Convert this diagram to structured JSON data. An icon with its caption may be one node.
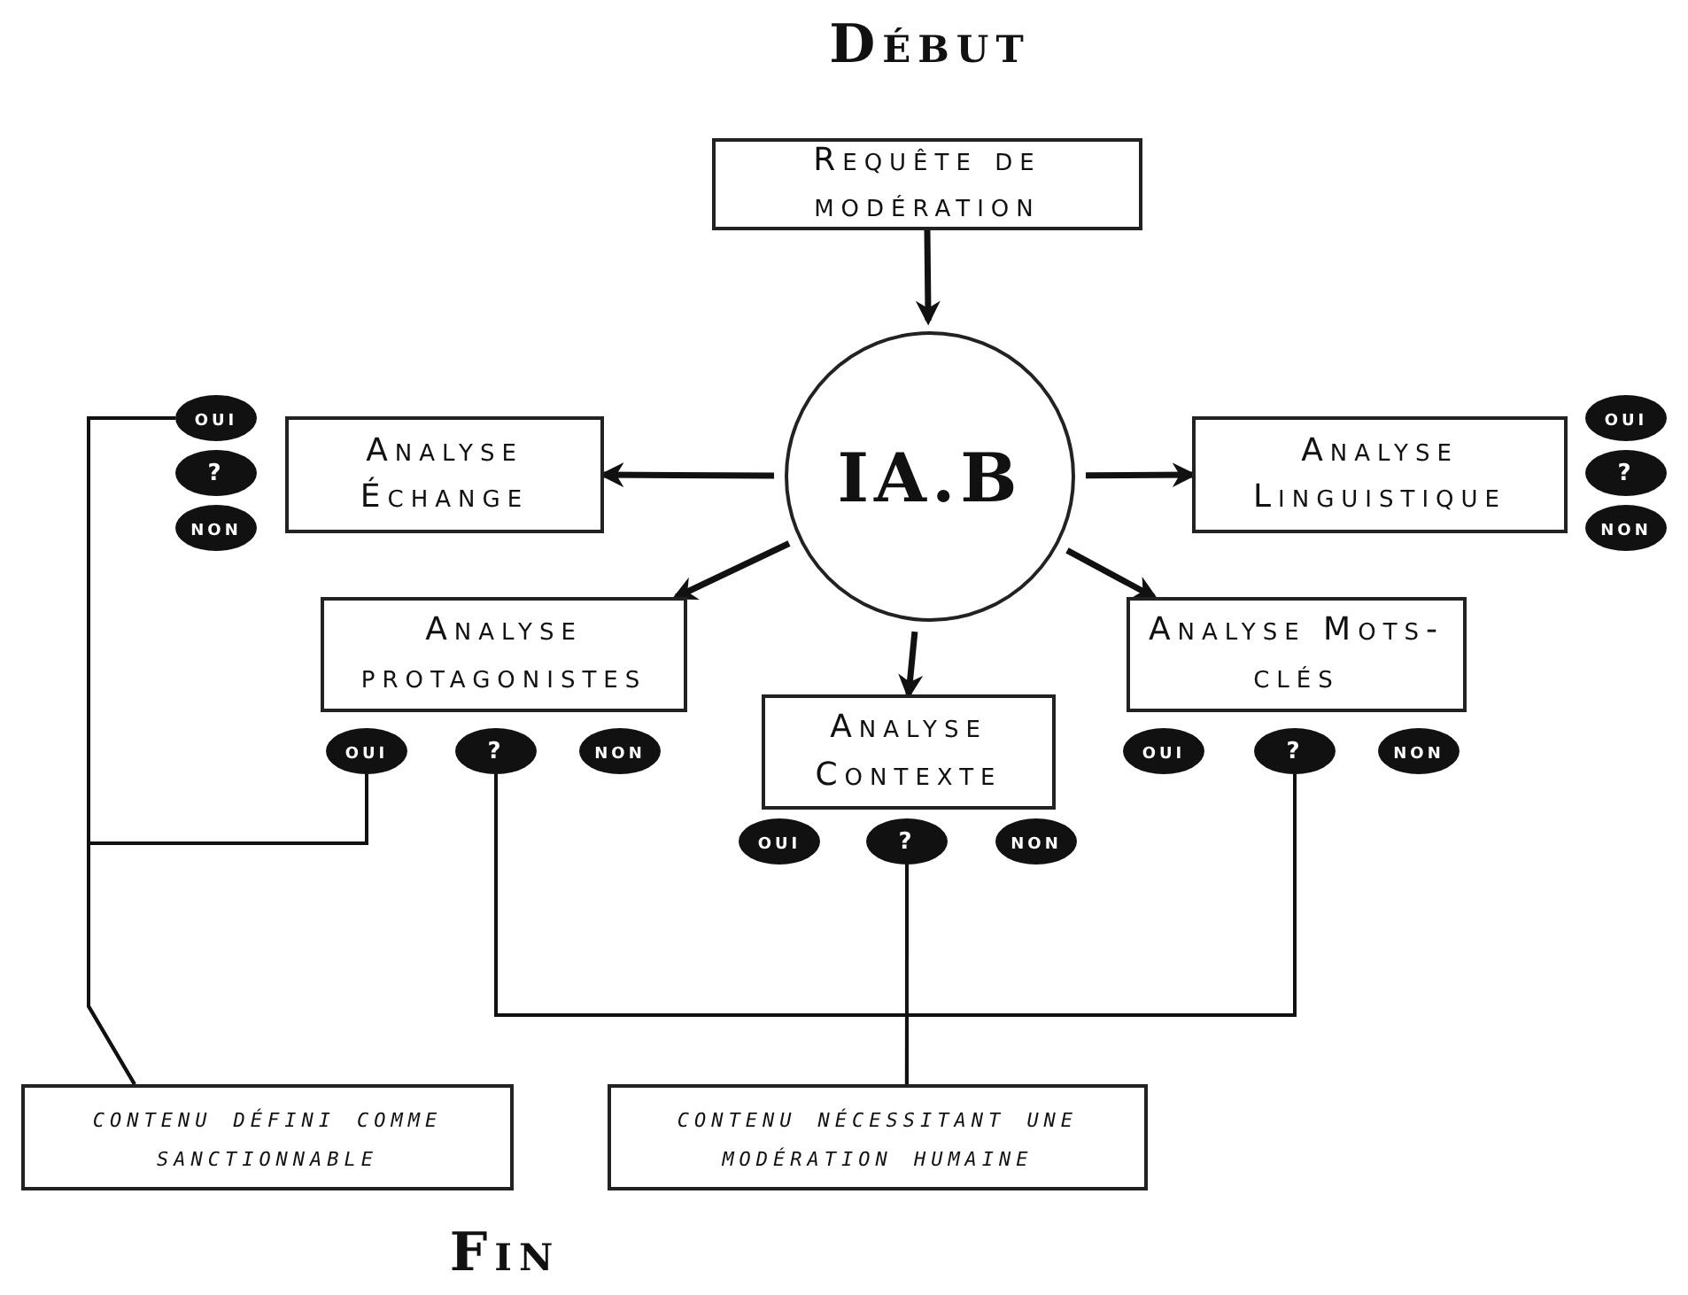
{
  "diagram": {
    "title": "Début",
    "nodes": [
      {
        "text": [
          "Requête de modération"
        ]
      },
      {
        "text": [
          "IA.B"
        ]
      },
      {
        "text": [
          "Analyse Échange"
        ]
      },
      {
        "text": [
          "Analyse Linguistique"
        ]
      },
      {
        "text": [
          "Analyse protagonistes"
        ]
      },
      {
        "text": [
          "Analyse Contexte"
        ]
      },
      {
        "text": [
          "Analyse Mots-clés"
        ]
      },
      {
        "text": [
          "oui"
        ]
      },
      {
        "text": [
          "?"
        ]
      },
      {
        "text": [
          "non"
        ]
      },
      {
        "text": [
          "oui"
        ]
      },
      {
        "text": [
          "?"
        ]
      },
      {
        "text": [
          "non"
        ]
      },
      {
        "text": [
          "oui"
        ]
      },
      {
        "text": [
          "?"
        ]
      },
      {
        "text": [
          "non"
        ]
      },
      {
        "text": [
          "oui"
        ]
      },
      {
        "text": [
          "?"
        ]
      },
      {
        "text": [
          "non"
        ]
      },
      {
        "text": [
          "oui"
        ]
      },
      {
        "text": [
          "?"
        ]
      },
      {
        "text": [
          "non"
        ]
      },
      {
        "text": [
          "contenu défini comme sanctionnable"
        ]
      },
      {
        "text": [
          "contenu nécessitant une modération humaine"
        ]
      }
    ],
    "edges": [
      {
        "from": 0,
        "to": 1,
        "arrow": "to"
      },
      {
        "from": 1,
        "to": 2,
        "arrow": "to"
      },
      {
        "from": 1,
        "to": 3,
        "arrow": "to"
      },
      {
        "from": 1,
        "to": 4,
        "arrow": "to"
      },
      {
        "from": 1,
        "to": 5,
        "arrow": "to"
      },
      {
        "from": 1,
        "to": 6,
        "arrow": "to"
      },
      {
        "from": 7,
        "to": 22,
        "arrow": "none"
      },
      {
        "from": 13,
        "to": 22,
        "arrow": "none"
      },
      {
        "from": 14,
        "to": 23,
        "arrow": "none"
      },
      {
        "from": 17,
        "to": 23,
        "arrow": "none"
      },
      {
        "from": 20,
        "to": 23,
        "arrow": "none"
      }
    ],
    "labels": [
      "Fin"
    ]
  }
}
